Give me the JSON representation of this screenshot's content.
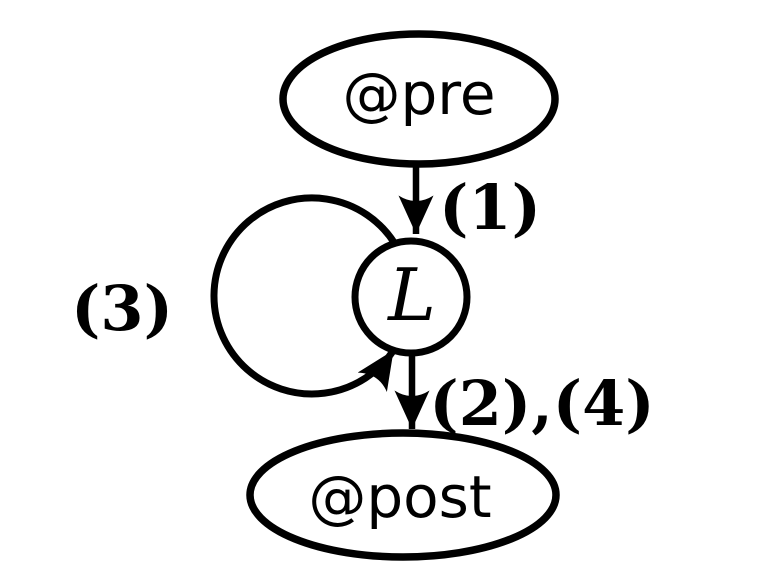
{
  "diagram": {
    "type": "state-transition-diagram",
    "background_color": "#ffffff",
    "stroke_color": "#000000",
    "nodes": [
      {
        "id": "pre",
        "label": "@pre",
        "shape": "ellipse"
      },
      {
        "id": "L",
        "label": "L",
        "shape": "circle"
      },
      {
        "id": "post",
        "label": "@post",
        "shape": "ellipse"
      }
    ],
    "edges": [
      {
        "from": "pre",
        "to": "L",
        "label": "(1)",
        "type": "straight-arrow"
      },
      {
        "from": "L",
        "to": "post",
        "label": "(2),(4)",
        "type": "straight-arrow"
      },
      {
        "from": "L",
        "to": "L",
        "label": "(3)",
        "type": "self-loop"
      }
    ]
  }
}
